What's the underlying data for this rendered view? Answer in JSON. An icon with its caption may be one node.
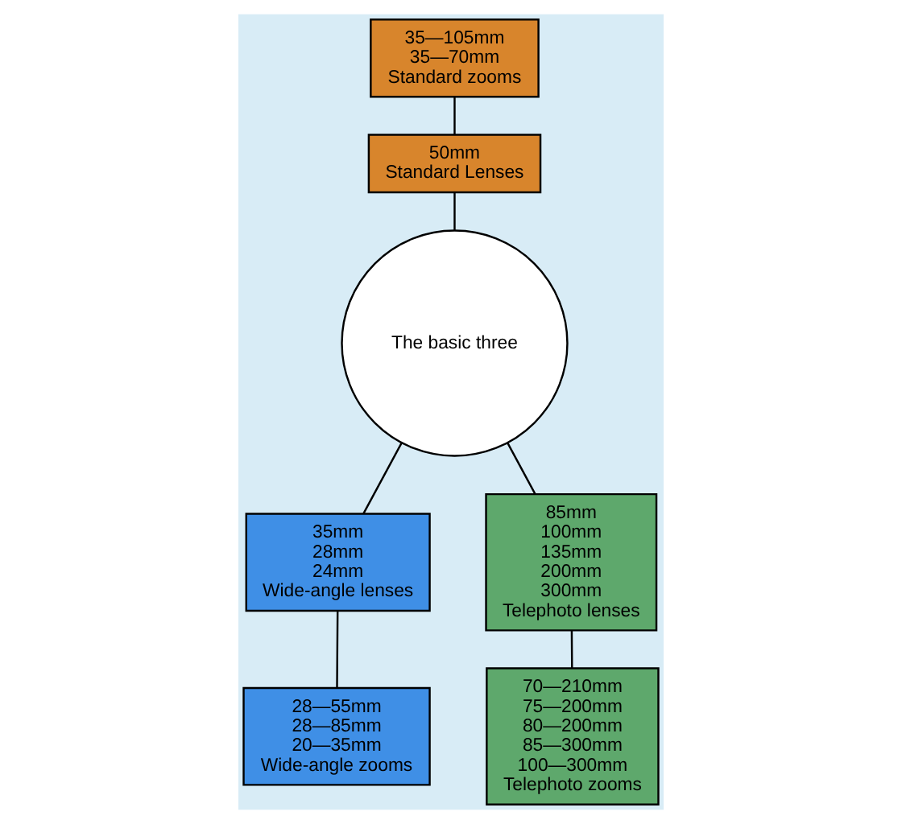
{
  "diagram": {
    "nodes": [
      {
        "text": [
          "35—105mm",
          "35—70mm",
          "Standard zooms"
        ]
      },
      {
        "text": [
          "50mm",
          "Standard Lenses"
        ]
      },
      {
        "text": [
          "The basic three"
        ]
      },
      {
        "text": [
          "35mm",
          "28mm",
          "24mm",
          "Wide-angle lenses"
        ]
      },
      {
        "text": [
          "85mm",
          "100mm",
          "135mm",
          "200mm",
          "300mm",
          "Telephoto lenses"
        ]
      },
      {
        "text": [
          "28—55mm",
          "28—85mm",
          "20—35mm",
          "Wide-angle zooms"
        ]
      },
      {
        "text": [
          "70—210mm",
          "75—200mm",
          "80—200mm",
          "85—300mm",
          "100—300mm",
          "Telephoto zooms"
        ]
      }
    ],
    "edges": [
      {
        "from": 0,
        "to": 1,
        "arrow": "none"
      },
      {
        "from": 1,
        "to": 2,
        "arrow": "none"
      },
      {
        "from": 2,
        "to": 3,
        "arrow": "none"
      },
      {
        "from": 2,
        "to": 4,
        "arrow": "none"
      },
      {
        "from": 3,
        "to": 5,
        "arrow": "none"
      },
      {
        "from": 4,
        "to": 6,
        "arrow": "none"
      }
    ]
  }
}
